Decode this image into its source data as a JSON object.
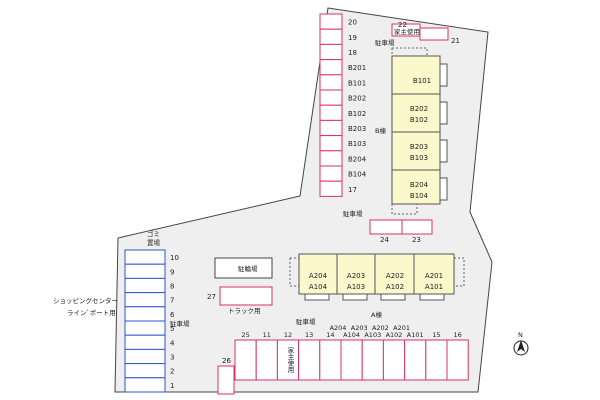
{
  "colors": {
    "lot_fill": "#efefef",
    "lot_stroke": "#444444",
    "pink_stroke": "#d9326a",
    "blue_stroke": "#2b56d6",
    "building_fill": "#fbf8cc",
    "building_stroke": "#555555"
  },
  "labels": {
    "parking_top": "駐車場",
    "owner_use_top": "家主使用",
    "b_building": "B棟",
    "parking_mid": "駐車場",
    "garbage": "ゴミ",
    "garbage2": "置場",
    "bicycle": "駐輪場",
    "truck": "トラック用",
    "a_building": "A棟",
    "parking_bottom": "駐車場",
    "owner_use_bottom": "家主使用",
    "parking_left": "駐車場",
    "shopping_line1": "ショッピングセンター",
    "shopping_line2": "ラインﾞポート用",
    "north": "N"
  },
  "b_units": [
    [
      "B101"
    ],
    [
      "B202",
      "B102"
    ],
    [
      "B203",
      "B103"
    ],
    [
      "B204",
      "B104"
    ]
  ],
  "a_units": [
    [
      "A204",
      "A104"
    ],
    [
      "A203",
      "A103"
    ],
    [
      "A202",
      "A102"
    ],
    [
      "A201",
      "A101"
    ]
  ],
  "top_column_labels": [
    "20",
    "19",
    "18",
    "B201",
    "B101",
    "B202",
    "B102",
    "B203",
    "B103",
    "B204",
    "B104",
    "17"
  ],
  "top_row_labels": [
    "22",
    "21"
  ],
  "mid_row_labels": [
    "24",
    "23"
  ],
  "left_column_labels": [
    "10",
    "9",
    "8",
    "7",
    "6",
    "5",
    "4",
    "3",
    "2",
    "1"
  ],
  "truck_label": "27",
  "slot_26_label": "26",
  "bottom_row_labels": [
    "25",
    "11",
    "12",
    "13",
    "14",
    "A104",
    "A103",
    "A102",
    "A101",
    "15",
    "16"
  ],
  "bottom_row_upper_labels": [
    "A204",
    "A203",
    "A202",
    "A201"
  ]
}
